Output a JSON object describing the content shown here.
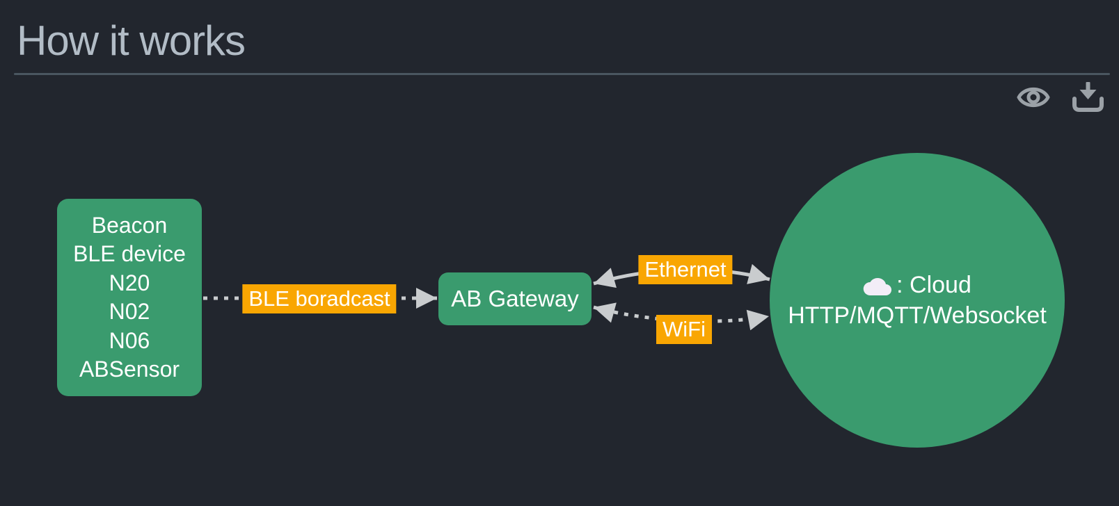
{
  "header": {
    "title": "How it works"
  },
  "toolbar": {
    "icons": [
      {
        "name": "eye-icon",
        "action": "preview"
      },
      {
        "name": "download-icon",
        "action": "download"
      }
    ]
  },
  "diagram": {
    "nodes": {
      "beacon": {
        "lines": [
          "Beacon",
          "BLE device",
          "N20",
          "N02",
          "N06",
          "ABSensor"
        ]
      },
      "gateway": {
        "label": "AB Gateway"
      },
      "cloud": {
        "icon": "cloud-icon",
        "title": ": Cloud",
        "subtitle": "HTTP/MQTT/Websocket"
      }
    },
    "edges": [
      {
        "from": "beacon",
        "to": "gateway",
        "label": "BLE boradcast",
        "style": "dotted",
        "direction": "one-way"
      },
      {
        "from": "gateway",
        "to": "cloud",
        "label": "Ethernet",
        "style": "solid",
        "direction": "two-way"
      },
      {
        "from": "gateway",
        "to": "cloud",
        "label": "WiFi",
        "style": "dotted",
        "direction": "two-way"
      }
    ],
    "colors": {
      "background": "#22262e",
      "node_fill": "#3a9b6e",
      "node_text": "#ffffff",
      "edge_stroke": "#c9ccce",
      "edge_label_bg": "#f9a602",
      "edge_label_text": "#ffffff",
      "title_text": "#b2bcc6",
      "divider": "#4a5660",
      "icon": "#9ba1a7"
    }
  }
}
